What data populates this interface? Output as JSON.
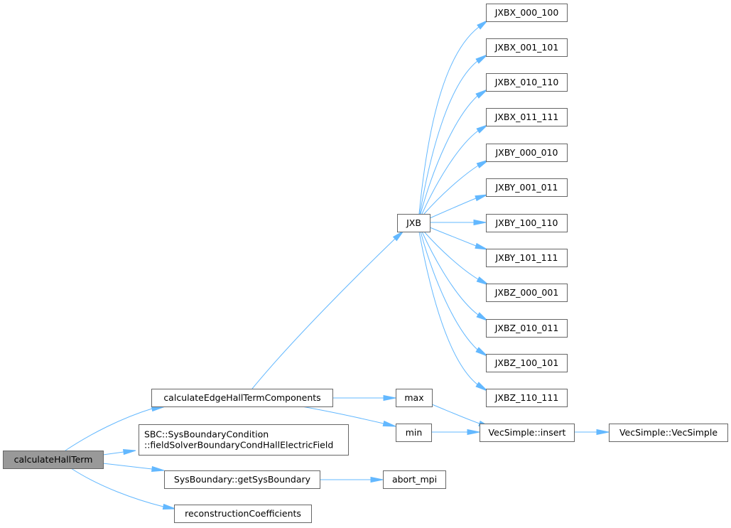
{
  "graph": {
    "type": "call-graph",
    "root": "calculateHallTerm",
    "nodes": [
      {
        "id": "calculateHallTerm",
        "lines": [
          "calculateHallTerm"
        ]
      },
      {
        "id": "calculateEdgeHallTermComponents",
        "lines": [
          "calculateEdgeHallTermComponents"
        ]
      },
      {
        "id": "fieldSolverBoundaryCondHallElectricField",
        "lines": [
          "SBC::SysBoundaryCondition",
          "::fieldSolverBoundaryCondHallElectricField"
        ]
      },
      {
        "id": "getSysBoundary",
        "lines": [
          "SysBoundary::getSysBoundary"
        ]
      },
      {
        "id": "reconstructionCoefficients",
        "lines": [
          "reconstructionCoefficients"
        ]
      },
      {
        "id": "JXB",
        "lines": [
          "JXB"
        ]
      },
      {
        "id": "max",
        "lines": [
          "max"
        ]
      },
      {
        "id": "min",
        "lines": [
          "min"
        ]
      },
      {
        "id": "abort_mpi",
        "lines": [
          "abort_mpi"
        ]
      },
      {
        "id": "JXBX_000_100",
        "lines": [
          "JXBX_000_100"
        ]
      },
      {
        "id": "JXBX_001_101",
        "lines": [
          "JXBX_001_101"
        ]
      },
      {
        "id": "JXBX_010_110",
        "lines": [
          "JXBX_010_110"
        ]
      },
      {
        "id": "JXBX_011_111",
        "lines": [
          "JXBX_011_111"
        ]
      },
      {
        "id": "JXBY_000_010",
        "lines": [
          "JXBY_000_010"
        ]
      },
      {
        "id": "JXBY_001_011",
        "lines": [
          "JXBY_001_011"
        ]
      },
      {
        "id": "JXBY_100_110",
        "lines": [
          "JXBY_100_110"
        ]
      },
      {
        "id": "JXBY_101_111",
        "lines": [
          "JXBY_101_111"
        ]
      },
      {
        "id": "JXBZ_000_001",
        "lines": [
          "JXBZ_000_001"
        ]
      },
      {
        "id": "JXBZ_010_011",
        "lines": [
          "JXBZ_010_011"
        ]
      },
      {
        "id": "JXBZ_100_101",
        "lines": [
          "JXBZ_100_101"
        ]
      },
      {
        "id": "JXBZ_110_111",
        "lines": [
          "JXBZ_110_111"
        ]
      },
      {
        "id": "VecSimple_insert",
        "lines": [
          "VecSimple::insert"
        ]
      },
      {
        "id": "VecSimple_VecSimple",
        "lines": [
          "VecSimple::VecSimple"
        ]
      }
    ],
    "edges": [
      {
        "from": "calculateHallTerm",
        "to": "calculateEdgeHallTermComponents"
      },
      {
        "from": "calculateHallTerm",
        "to": "fieldSolverBoundaryCondHallElectricField"
      },
      {
        "from": "calculateHallTerm",
        "to": "getSysBoundary"
      },
      {
        "from": "calculateHallTerm",
        "to": "reconstructionCoefficients"
      },
      {
        "from": "calculateEdgeHallTermComponents",
        "to": "JXB"
      },
      {
        "from": "calculateEdgeHallTermComponents",
        "to": "max"
      },
      {
        "from": "calculateEdgeHallTermComponents",
        "to": "min"
      },
      {
        "from": "getSysBoundary",
        "to": "abort_mpi"
      },
      {
        "from": "JXB",
        "to": "JXBX_000_100"
      },
      {
        "from": "JXB",
        "to": "JXBX_001_101"
      },
      {
        "from": "JXB",
        "to": "JXBX_010_110"
      },
      {
        "from": "JXB",
        "to": "JXBX_011_111"
      },
      {
        "from": "JXB",
        "to": "JXBY_000_010"
      },
      {
        "from": "JXB",
        "to": "JXBY_001_011"
      },
      {
        "from": "JXB",
        "to": "JXBY_100_110"
      },
      {
        "from": "JXB",
        "to": "JXBY_101_111"
      },
      {
        "from": "JXB",
        "to": "JXBZ_000_001"
      },
      {
        "from": "JXB",
        "to": "JXBZ_010_011"
      },
      {
        "from": "JXB",
        "to": "JXBZ_100_101"
      },
      {
        "from": "JXB",
        "to": "JXBZ_110_111"
      },
      {
        "from": "max",
        "to": "VecSimple_insert"
      },
      {
        "from": "min",
        "to": "VecSimple_insert"
      },
      {
        "from": "VecSimple_insert",
        "to": "VecSimple_VecSimple"
      }
    ],
    "colors": {
      "edge": "#63b8ff",
      "node_border": "#666666",
      "node_fill": "#ffffff",
      "root_fill": "#999999"
    }
  }
}
